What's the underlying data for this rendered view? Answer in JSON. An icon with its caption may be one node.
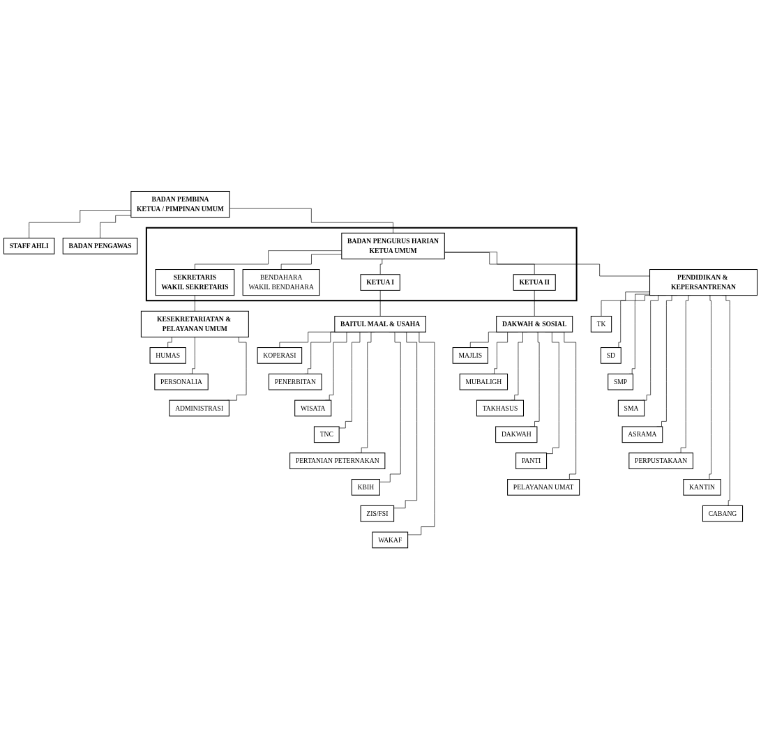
{
  "diagram": {
    "nodes": [
      {
        "text": [
          "BADAN PEMBINA",
          "KETUA / PIMPINAN UMUM"
        ]
      },
      {
        "text": [
          "STAFF AHLI"
        ]
      },
      {
        "text": [
          "BADAN PENGAWAS"
        ]
      },
      {
        "text": [],
        "shape": "box"
      },
      {
        "text": [
          "BADAN PENGURUS HARIAN",
          "KETUA UMUM"
        ],
        "in": 3
      },
      {
        "text": [
          "SEKRETARIS",
          "WAKIL SEKRETARIS"
        ],
        "in": 3
      },
      {
        "text": [
          "BENDAHARA",
          "WAKIL BENDAHARA"
        ],
        "in": 3
      },
      {
        "text": [
          "KETUA I"
        ],
        "in": 3
      },
      {
        "text": [
          "KETUA II"
        ],
        "in": 3
      },
      {
        "text": [
          "KESEKRETARIATAN & PELAYANAN UMUM"
        ]
      },
      {
        "text": [
          "PENDIDIKAN & KEPERSANTRENAN"
        ]
      },
      {
        "text": [
          "BAITUL MAAL & USAHA"
        ]
      },
      {
        "text": [
          "DAKWAH & SOSIAL"
        ]
      },
      {
        "text": [
          "HUMAS"
        ]
      },
      {
        "text": [
          "PERSONALIA"
        ]
      },
      {
        "text": [
          "ADMINISTRASI"
        ]
      },
      {
        "text": [
          "TK"
        ]
      },
      {
        "text": [
          "SD"
        ]
      },
      {
        "text": [
          "SMP"
        ]
      },
      {
        "text": [
          "SMA"
        ]
      },
      {
        "text": [
          "ASRAMA"
        ]
      },
      {
        "text": [
          "PERPUSTAKAAN"
        ]
      },
      {
        "text": [
          "KANTIN"
        ]
      },
      {
        "text": [
          "CABANG"
        ]
      },
      {
        "text": [
          "KOPERASI"
        ]
      },
      {
        "text": [
          "PENERBITAN"
        ]
      },
      {
        "text": [
          "WISATA"
        ]
      },
      {
        "text": [
          "TNC"
        ]
      },
      {
        "text": [
          "PERTANIAN PETERNAKAN"
        ]
      },
      {
        "text": [
          "KBIH"
        ]
      },
      {
        "text": [
          "ZIS/FSI"
        ]
      },
      {
        "text": [
          "WAKAF"
        ]
      },
      {
        "text": [
          "MAJLIS"
        ]
      },
      {
        "text": [
          "MUBALIGH"
        ]
      },
      {
        "text": [
          "TAKHASUS"
        ]
      },
      {
        "text": [
          "DAKWAH"
        ]
      },
      {
        "text": [
          "PANTI"
        ]
      },
      {
        "text": [
          "PELAYANAN UMAT"
        ]
      }
    ],
    "edges": [
      {
        "from": 0,
        "to": 1,
        "arrow": "none"
      },
      {
        "from": 0,
        "to": 2,
        "arrow": "none"
      },
      {
        "from": 0,
        "to": 4,
        "arrow": "none"
      },
      {
        "from": 4,
        "to": 5,
        "arrow": "none"
      },
      {
        "from": 4,
        "to": 6,
        "arrow": "none"
      },
      {
        "from": 4,
        "to": 7,
        "arrow": "none"
      },
      {
        "from": 4,
        "to": 8,
        "arrow": "none"
      },
      {
        "from": 4,
        "to": 10,
        "arrow": "none"
      },
      {
        "from": 5,
        "to": 9,
        "arrow": "none"
      },
      {
        "from": 7,
        "to": 11,
        "arrow": "none"
      },
      {
        "from": 8,
        "to": 12,
        "arrow": "none"
      },
      {
        "from": 9,
        "to": 13,
        "arrow": "none"
      },
      {
        "from": 9,
        "to": 14,
        "arrow": "none"
      },
      {
        "from": 9,
        "to": 15,
        "arrow": "none"
      },
      {
        "from": 10,
        "to": 16,
        "arrow": "none"
      },
      {
        "from": 10,
        "to": 17,
        "arrow": "none"
      },
      {
        "from": 10,
        "to": 18,
        "arrow": "none"
      },
      {
        "from": 10,
        "to": 19,
        "arrow": "none"
      },
      {
        "from": 10,
        "to": 20,
        "arrow": "none"
      },
      {
        "from": 10,
        "to": 21,
        "arrow": "none"
      },
      {
        "from": 10,
        "to": 22,
        "arrow": "none"
      },
      {
        "from": 10,
        "to": 23,
        "arrow": "none"
      },
      {
        "from": 11,
        "to": 24,
        "arrow": "none"
      },
      {
        "from": 11,
        "to": 25,
        "arrow": "none"
      },
      {
        "from": 11,
        "to": 26,
        "arrow": "none"
      },
      {
        "from": 11,
        "to": 27,
        "arrow": "none"
      },
      {
        "from": 11,
        "to": 28,
        "arrow": "none"
      },
      {
        "from": 11,
        "to": 29,
        "arrow": "none"
      },
      {
        "from": 11,
        "to": 30,
        "arrow": "none"
      },
      {
        "from": 11,
        "to": 31,
        "arrow": "none"
      },
      {
        "from": 12,
        "to": 32,
        "arrow": "none"
      },
      {
        "from": 12,
        "to": 33,
        "arrow": "none"
      },
      {
        "from": 12,
        "to": 34,
        "arrow": "none"
      },
      {
        "from": 12,
        "to": 35,
        "arrow": "none"
      },
      {
        "from": 12,
        "to": 36,
        "arrow": "none"
      },
      {
        "from": 12,
        "to": 37,
        "arrow": "none"
      }
    ]
  }
}
